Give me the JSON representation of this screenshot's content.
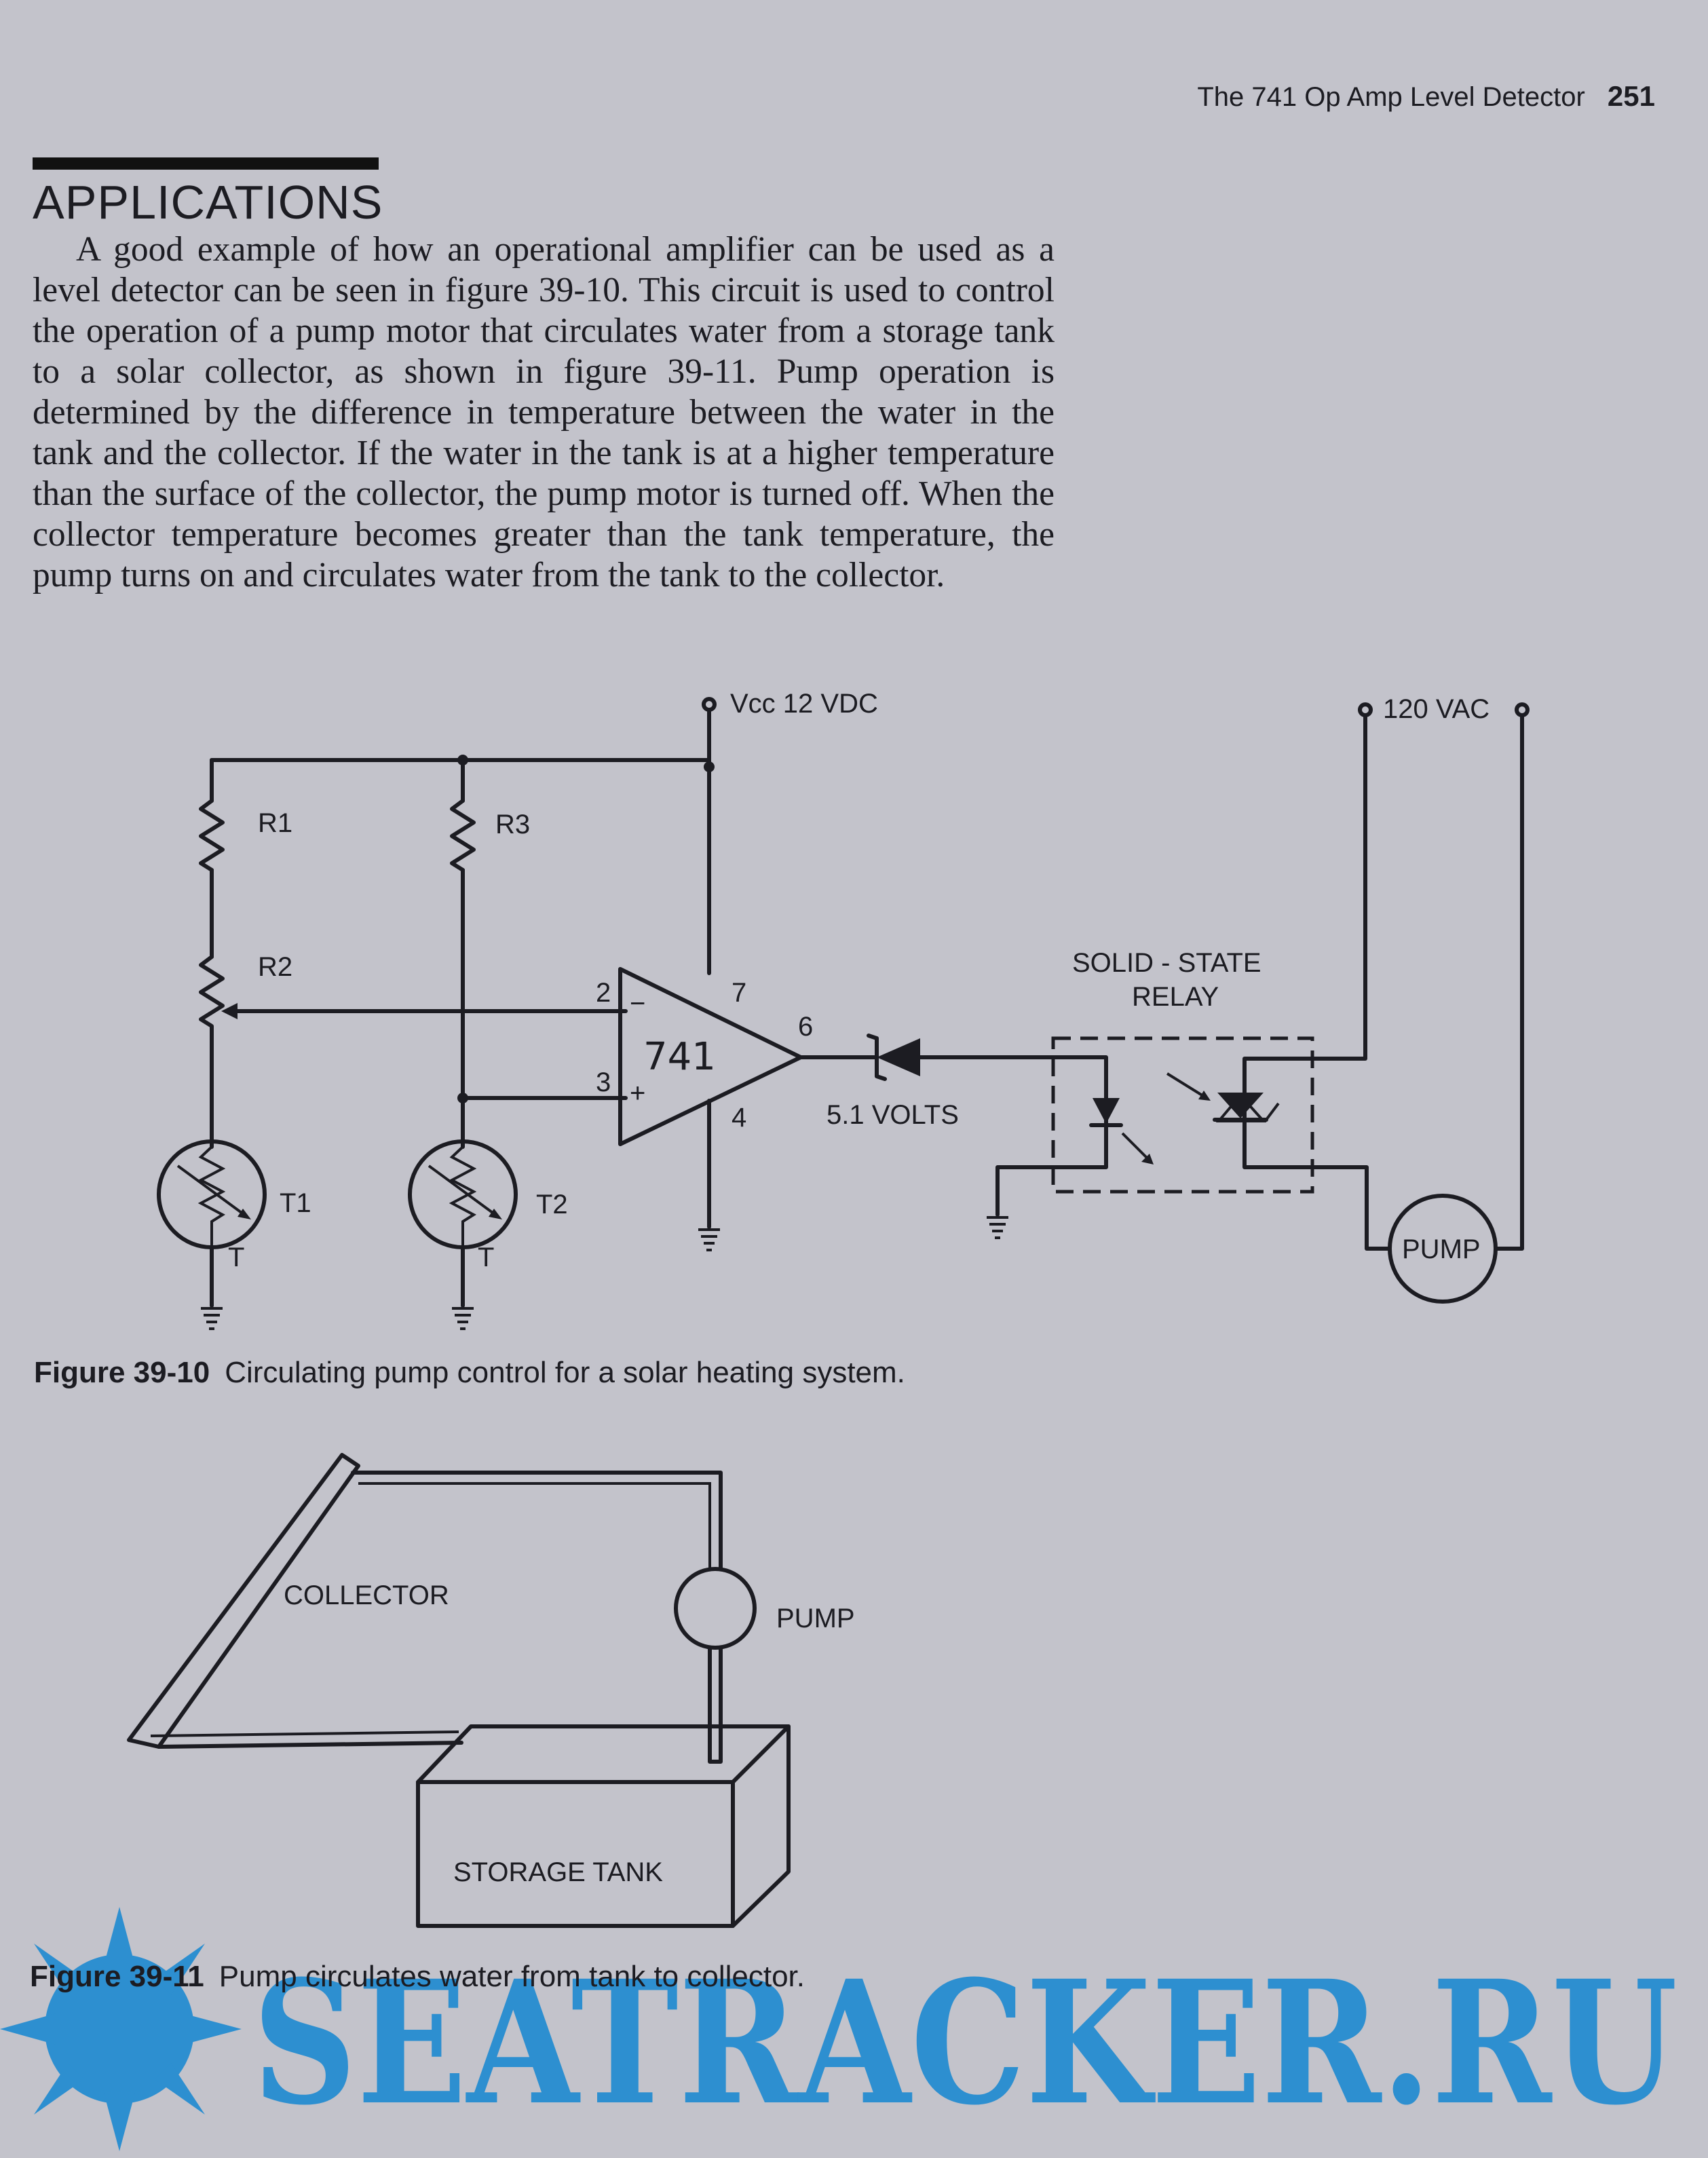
{
  "header": {
    "running_title": "The 741 Op Amp Level Detector",
    "page_number": "251"
  },
  "section": {
    "title": "APPLICATIONS",
    "paragraph": "A good example of how an operational amplifier can be used as a level detector can be seen in figure 39-10. This circuit is used to control the operation of a pump motor that circulates water from a storage tank to a solar collector, as shown in figure 39-11. Pump operation is determined by the difference in temperature between the water in the tank and the collector. If the water in the tank is at a higher temperature than the surface of the collector, the pump motor is turned off. When the collector temperature becomes greater than the tank temperature, the pump turns on and circulates water from the tank to the collector."
  },
  "figure_1": {
    "labels": {
      "vcc": "Vcc  12  VDC",
      "vac": "120  VAC",
      "r1": "R1",
      "r2": "R2",
      "r3": "R3",
      "t1": "T1",
      "t2": "T2",
      "thermistor_t1": "T",
      "thermistor_t2": "T",
      "opamp": "741",
      "pin2": "2",
      "pin3": "3",
      "pin4": "4",
      "pin6": "6",
      "pin7": "7",
      "minus": "−",
      "plus": "+",
      "zener": "5.1  VOLTS",
      "relay_line1": "SOLID - STATE",
      "relay_line2": "RELAY",
      "pump": "PUMP"
    },
    "caption_number": "Figure 39-10",
    "caption_text": "Circulating pump control for a solar heating system."
  },
  "figure_2": {
    "labels": {
      "collector": "COLLECTOR",
      "pump": "PUMP",
      "tank": "STORAGE  TANK"
    },
    "caption_number": "Figure 39-11",
    "caption_text": "Pump circulates water from tank to collector."
  },
  "watermark": {
    "text": "SEATRACKER.RU",
    "color": "#2d8fd0"
  }
}
